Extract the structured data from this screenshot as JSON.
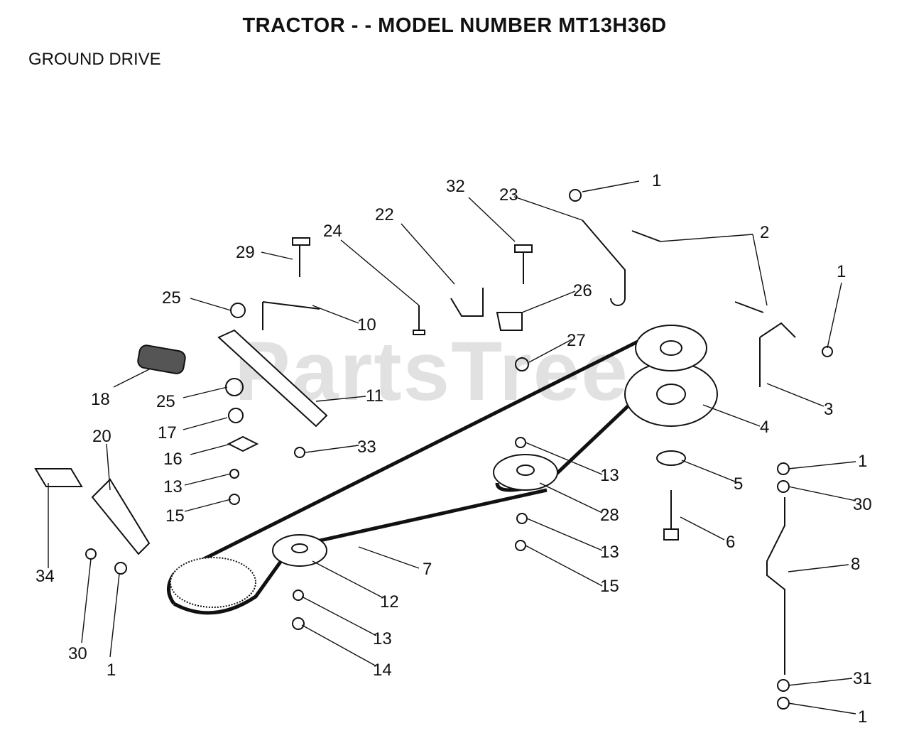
{
  "title": "TRACTOR - - MODEL NUMBER MT13H36D",
  "section": "GROUND DRIVE",
  "watermark": "PartsTree",
  "callouts": [
    "1",
    "32",
    "23",
    "2",
    "22",
    "24",
    "29",
    "26",
    "1",
    "25",
    "10",
    "27",
    "18",
    "11",
    "25",
    "3",
    "4",
    "17",
    "16",
    "33",
    "13",
    "5",
    "1",
    "20",
    "13",
    "30",
    "15",
    "28",
    "6",
    "13",
    "8",
    "34",
    "7",
    "15",
    "12",
    "30",
    "1",
    "13",
    "14",
    "31",
    "1"
  ]
}
